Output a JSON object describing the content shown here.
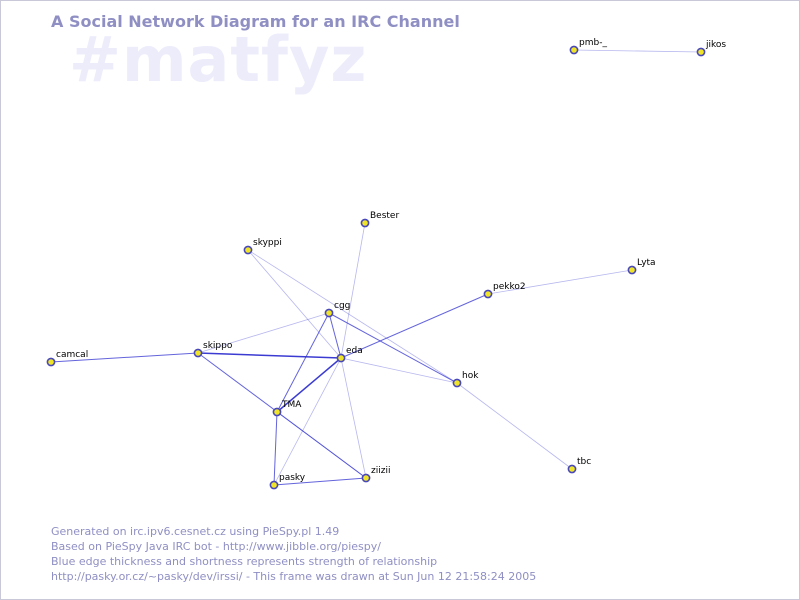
{
  "header": {
    "title": "A Social Network Diagram for an IRC Channel",
    "channel": "#matfyz"
  },
  "footer": {
    "lines": [
      "Generated on irc.ipv6.cesnet.cz using PieSpy.pl 1.49",
      "Based on PieSpy Java IRC bot - http://www.jibble.org/piespy/",
      "Blue edge thickness and shortness represents strength of relationship",
      "http://pasky.or.cz/~pasky/dev/irssi/ - This frame was drawn at Sun Jun 12 21:58:24 2005"
    ]
  },
  "colors": {
    "node_fill": "#f0e428",
    "node_stroke": "#4848b8",
    "edge": "#3030d0",
    "text": "#8f8fc4",
    "watermark": "#ececfb"
  },
  "graph": {
    "nodes": [
      {
        "id": "pmb-_",
        "label": "pmb-_"
      },
      {
        "id": "jikos",
        "label": "jikos"
      },
      {
        "id": "Bester",
        "label": "Bester"
      },
      {
        "id": "skyppi",
        "label": "skyppi"
      },
      {
        "id": "Lyta",
        "label": "Lyta"
      },
      {
        "id": "pekko2",
        "label": "pekko2"
      },
      {
        "id": "cgg",
        "label": "cgg"
      },
      {
        "id": "eda",
        "label": "eda"
      },
      {
        "id": "camcal",
        "label": "camcal"
      },
      {
        "id": "skippo",
        "label": "skippo"
      },
      {
        "id": "hok",
        "label": "hok"
      },
      {
        "id": "TMA",
        "label": "TMA"
      },
      {
        "id": "tbc",
        "label": "tbc"
      },
      {
        "id": "ziizii",
        "label": "ziizii"
      },
      {
        "id": "pasky",
        "label": "pasky"
      }
    ],
    "edges": [
      {
        "source": "pmb-_",
        "target": "jikos",
        "strength": 1
      },
      {
        "source": "Lyta",
        "target": "pekko2",
        "strength": 1
      },
      {
        "source": "pekko2",
        "target": "eda",
        "strength": 2
      },
      {
        "source": "Bester",
        "target": "eda",
        "strength": 1
      },
      {
        "source": "skyppi",
        "target": "hok",
        "strength": 1
      },
      {
        "source": "skyppi",
        "target": "eda",
        "strength": 1
      },
      {
        "source": "camcal",
        "target": "skippo",
        "strength": 2
      },
      {
        "source": "skippo",
        "target": "eda",
        "strength": 3
      },
      {
        "source": "skippo",
        "target": "cgg",
        "strength": 1
      },
      {
        "source": "skippo",
        "target": "ziizii",
        "strength": 2
      },
      {
        "source": "cgg",
        "target": "hok",
        "strength": 2
      },
      {
        "source": "cgg",
        "target": "eda",
        "strength": 2
      },
      {
        "source": "cgg",
        "target": "TMA",
        "strength": 2
      },
      {
        "source": "eda",
        "target": "hok",
        "strength": 1
      },
      {
        "source": "eda",
        "target": "TMA",
        "strength": 3
      },
      {
        "source": "eda",
        "target": "pasky",
        "strength": 1
      },
      {
        "source": "eda",
        "target": "ziizii",
        "strength": 1
      },
      {
        "source": "hok",
        "target": "tbc",
        "strength": 1
      },
      {
        "source": "TMA",
        "target": "pasky",
        "strength": 2
      },
      {
        "source": "TMA",
        "target": "ziizii",
        "strength": 1
      },
      {
        "source": "pasky",
        "target": "ziizii",
        "strength": 2
      }
    ]
  }
}
